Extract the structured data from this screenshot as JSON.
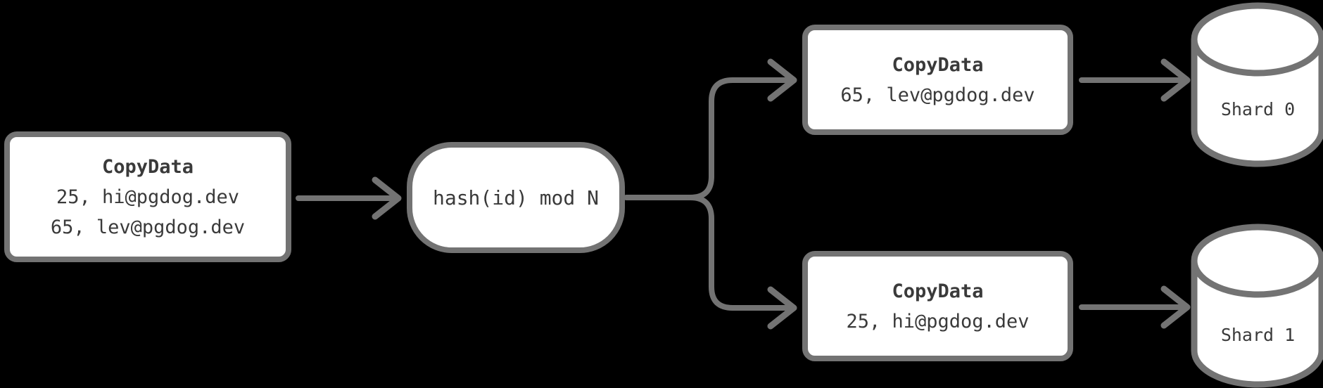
{
  "colors": {
    "background": "#000000",
    "node_fill": "#ffffff",
    "stroke": "#737373",
    "text": "#3a3a3a"
  },
  "nodes": {
    "input": {
      "title": "CopyData",
      "rows": [
        "25, hi@pgdog.dev",
        "65, lev@pgdog.dev"
      ]
    },
    "hash": {
      "label": "hash(id) mod N"
    },
    "shard0_copy": {
      "title": "CopyData",
      "rows": [
        "65, lev@pgdog.dev"
      ]
    },
    "shard1_copy": {
      "title": "CopyData",
      "rows": [
        "25, hi@pgdog.dev"
      ]
    },
    "shard0_db": {
      "label": "Shard 0"
    },
    "shard1_db": {
      "label": "Shard 1"
    }
  }
}
